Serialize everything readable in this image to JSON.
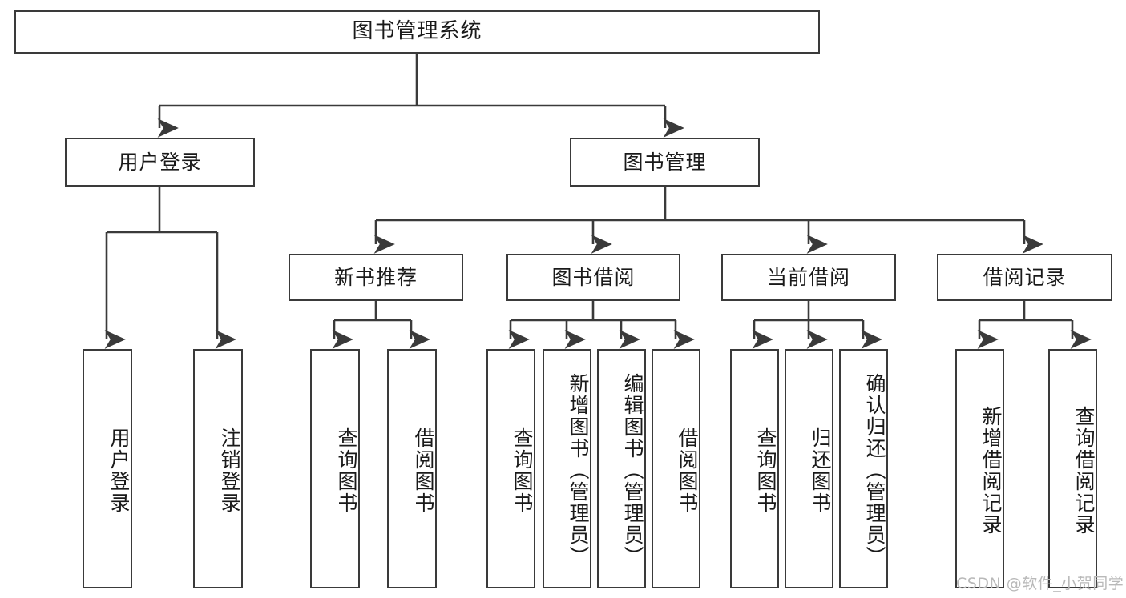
{
  "diagram": {
    "title": "图书管理系统",
    "type": "tree-hierarchy-chart",
    "orientation": "top-down",
    "colors": {
      "box_border": "#3a3a3a",
      "box_fill": "#ffffff",
      "edge": "#3a3a3a",
      "text": "#1a1a1a",
      "watermark": "#b9b9b9",
      "background": "#ffffff"
    },
    "watermark": "CSDN @软件_小贺同学"
  },
  "nodes": {
    "root": {
      "label": "图书管理系统"
    },
    "level2": [
      {
        "id": "user-login",
        "label": "用户登录"
      },
      {
        "id": "book-management",
        "label": "图书管理"
      }
    ],
    "level3": [
      {
        "id": "new-book-recommend",
        "label": "新书推荐"
      },
      {
        "id": "book-borrow",
        "label": "图书借阅"
      },
      {
        "id": "current-borrow",
        "label": "当前借阅"
      },
      {
        "id": "borrow-record",
        "label": "借阅记录"
      }
    ],
    "leaves": {
      "user_login": [
        {
          "id": "leaf-user-login",
          "label": "用户登录"
        },
        {
          "id": "leaf-logout-login",
          "label": "注销登录"
        }
      ],
      "new_book_recommend": [
        {
          "id": "leaf-query-book-1",
          "label": "查询图书"
        },
        {
          "id": "leaf-borrow-book-1",
          "label": "借阅图书"
        }
      ],
      "book_borrow": [
        {
          "id": "leaf-query-book-2",
          "label": "查询图书"
        },
        {
          "id": "leaf-add-book",
          "label": "新增图书（管理员）"
        },
        {
          "id": "leaf-edit-book",
          "label": "编辑图书（管理员）"
        },
        {
          "id": "leaf-borrow-book-2",
          "label": "借阅图书"
        }
      ],
      "current_borrow": [
        {
          "id": "leaf-query-book-3",
          "label": "查询图书"
        },
        {
          "id": "leaf-return-book",
          "label": "归还图书"
        },
        {
          "id": "leaf-confirm-return",
          "label": "确认归还（管理员）"
        }
      ],
      "borrow_record": [
        {
          "id": "leaf-add-borrow-record",
          "label": "新增借阅记录"
        },
        {
          "id": "leaf-query-borrow-record",
          "label": "查询借阅记录"
        }
      ]
    }
  }
}
